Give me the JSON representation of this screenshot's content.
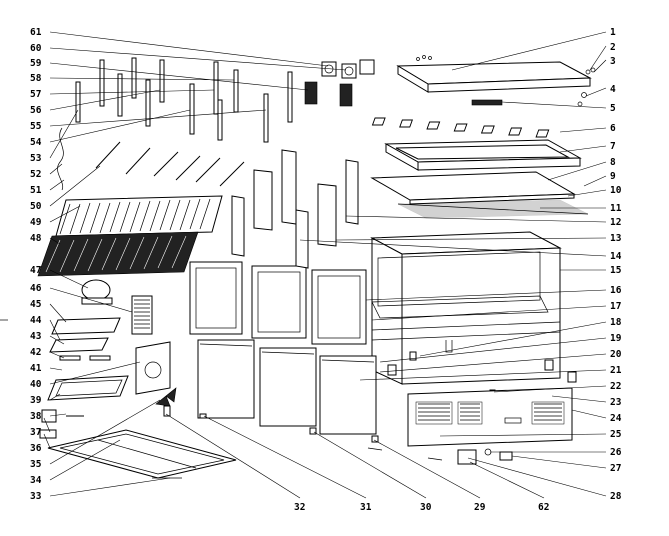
{
  "callouts_right": [
    "1",
    "2",
    "3",
    "4",
    "5",
    "6",
    "7",
    "8",
    "9",
    "10",
    "11",
    "12",
    "13",
    "14",
    "15",
    "16",
    "17",
    "18",
    "19",
    "20",
    "21",
    "22",
    "23",
    "24",
    "25",
    "26",
    "27",
    "28"
  ],
  "callouts_left": [
    "61",
    "60",
    "59",
    "58",
    "57",
    "56",
    "55",
    "54",
    "53",
    "52",
    "51",
    "50",
    "49",
    "48",
    "47",
    "46",
    "45",
    "44",
    "43",
    "42",
    "41",
    "40",
    "39",
    "38",
    "37",
    "36",
    "35",
    "34",
    "33"
  ],
  "callouts_bottom": [
    "32",
    "31",
    "30",
    "29",
    "62"
  ]
}
